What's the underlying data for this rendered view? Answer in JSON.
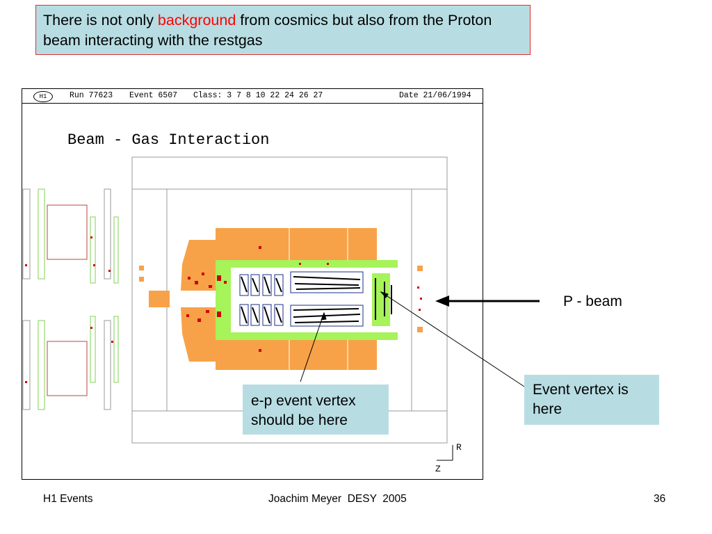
{
  "slide": {
    "title_part1": "There is not only ",
    "title_highlight": "background",
    "title_part2": " from cosmics but also from the Proton beam interacting with the restgas",
    "event_display": {
      "logo": "H1",
      "run": "Run 77623",
      "event": "Event 6507",
      "class": "Class: 3 7 8 10 22 24 26 27",
      "date": "Date 21/06/1994",
      "heading": "Beam - Gas Interaction",
      "axis_r": "R",
      "axis_z": "Z"
    },
    "annotations": {
      "p_beam": "P - beam",
      "ep_vertex_line1": "e-p event vertex",
      "ep_vertex_line2": "should be here",
      "event_vertex_line1": "Event vertex is",
      "event_vertex_line2": "here"
    },
    "footer": {
      "left": "H1 Events",
      "center": "Joachim Meyer  DESY  2005",
      "page": "36"
    },
    "colors": {
      "highlight": "#ff0000",
      "callout_bg": "#b7dde3",
      "calorimeter": "#f7a248",
      "tracker_green": "#a6f35a",
      "hits": "#d00000"
    }
  }
}
